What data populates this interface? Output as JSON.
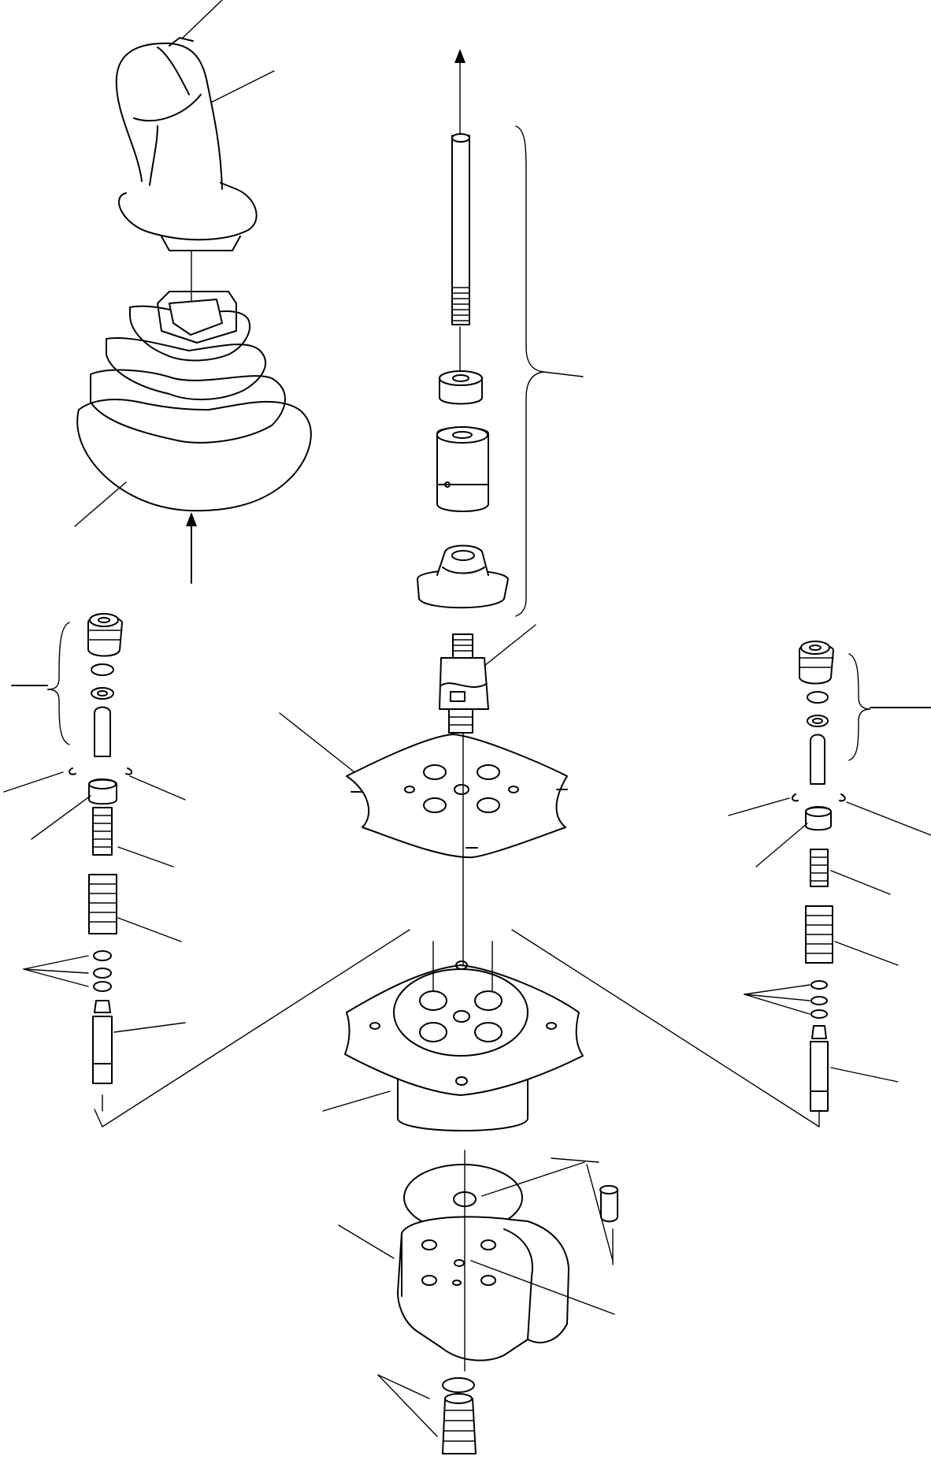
{
  "figure": {
    "type": "exploded-parts-diagram",
    "background_color": "#ffffff",
    "line_color": "#000000",
    "text_labels": []
  },
  "parts": [
    {
      "name": "joystick-handle",
      "icon": "handle-icon"
    },
    {
      "name": "rubber-boot",
      "icon": "boot-icon"
    },
    {
      "name": "center-rod-assembly",
      "icon": "rod-icon"
    },
    {
      "name": "universal-joint",
      "icon": "ujoint-icon"
    },
    {
      "name": "plate",
      "icon": "plate-icon"
    },
    {
      "name": "flange-housing",
      "icon": "flange-icon"
    },
    {
      "name": "gasket",
      "icon": "gasket-icon"
    },
    {
      "name": "valve-body",
      "icon": "body-icon"
    },
    {
      "name": "plug",
      "icon": "plug-icon"
    },
    {
      "name": "left-plunger-stack",
      "icon": "plunger-stack-icon"
    },
    {
      "name": "right-plunger-stack",
      "icon": "plunger-stack-icon"
    },
    {
      "name": "bottom-fitting",
      "icon": "fitting-icon"
    }
  ]
}
